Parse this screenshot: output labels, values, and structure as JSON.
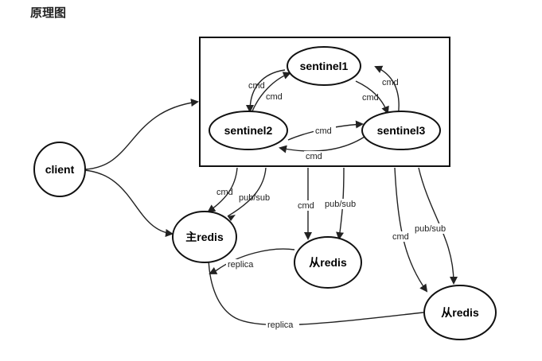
{
  "title": "原理图",
  "nodes": {
    "sentinel1": "sentinel1",
    "sentinel2": "sentinel2",
    "sentinel3": "sentinel3",
    "client": "client",
    "master": "主redis",
    "slave1": "从redis",
    "slave2": "从redis"
  },
  "edges": {
    "s2_to_s1_cmd": "cmd",
    "s1_to_s2_cmd": "cmd",
    "s1_to_s3_cmd": "cmd",
    "s3_to_s1_cmd": "cmd",
    "s2_to_s3_cmd": "cmd",
    "s3_to_s2_cmd": "cmd",
    "to_master_cmd": "cmd",
    "master_pubsub": "pub/sub",
    "to_slave1_cmd": "cmd",
    "slave1_pubsub": "pub/sub",
    "to_slave2_cmd": "cmd",
    "slave2_pubsub": "pub/sub",
    "slave1_replica": "replica",
    "slave2_replica": "replica"
  }
}
